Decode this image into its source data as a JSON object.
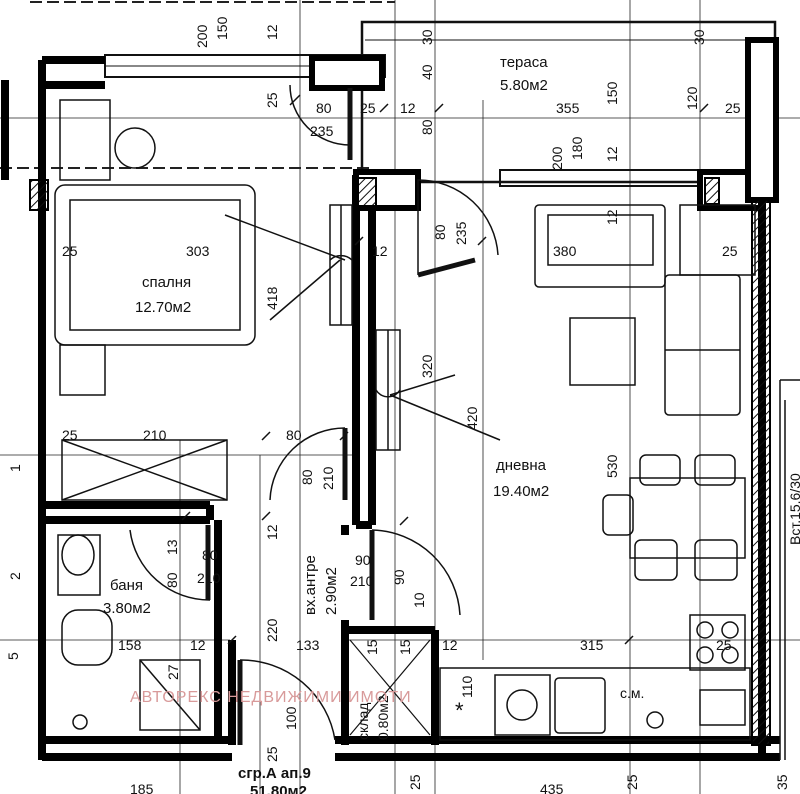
{
  "rooms": {
    "terrace": {
      "name": "тераса",
      "area": "5.80м2"
    },
    "bedroom": {
      "name": "спалня",
      "area": "12.70м2"
    },
    "living": {
      "name": "дневна",
      "area": "19.40м2"
    },
    "bathroom": {
      "name": "баня",
      "area": "3.80м2"
    },
    "hall": {
      "name": "вх.антре",
      "area": "2.90м2"
    },
    "closet": {
      "name": "склад",
      "area": "0.80м2"
    }
  },
  "title": {
    "line1": "сгр.А ап.9",
    "line2": "51.80м2"
  },
  "watermark": "АВТОРЕКС НЕДВИЖИМИ ИМОТИ",
  "stair_note": "Вст.15.6/30",
  "dims": {
    "d200a": "200",
    "d150a": "150",
    "d12a": "12",
    "d30a": "30",
    "d40": "40",
    "d30b": "30",
    "d25a": "25",
    "d80a": "80",
    "d235a": "235",
    "d25b": "25",
    "d12b": "12",
    "d80b": "80",
    "d355": "355",
    "d150b": "150",
    "d120": "120",
    "d25c": "25",
    "d200b": "200",
    "d180": "180",
    "d12c": "12",
    "d12d": "12",
    "d80c": "80",
    "d235b": "235",
    "d380": "380",
    "d25d": "25",
    "d25e": "25",
    "d303": "303",
    "d418": "418",
    "d12e": "12",
    "d320": "320",
    "d420": "420",
    "d25f": "25",
    "d210a": "210",
    "d80d": "80",
    "d80e": "80",
    "d210b": "210",
    "d530": "530",
    "d12f": "12",
    "d13": "13",
    "d80f": "80",
    "d210c": "210",
    "d80g": "80",
    "d90a": "90",
    "d210d": "210",
    "d90b": "90",
    "d10": "10",
    "d158": "158",
    "d12g": "12",
    "d220": "220",
    "d133": "133",
    "d12h": "12",
    "d315": "315",
    "d25g": "25",
    "d27": "27",
    "d15a": "15",
    "d15b": "15",
    "d110": "110",
    "d100": "100",
    "d25h": "25",
    "d185": "185",
    "d25i": "25",
    "d435": "435",
    "d25j": "25",
    "d35": "35",
    "d1": "1",
    "d2": "2",
    "d5": "5"
  },
  "appliance_labels": {
    "dishwasher": "с.м."
  }
}
